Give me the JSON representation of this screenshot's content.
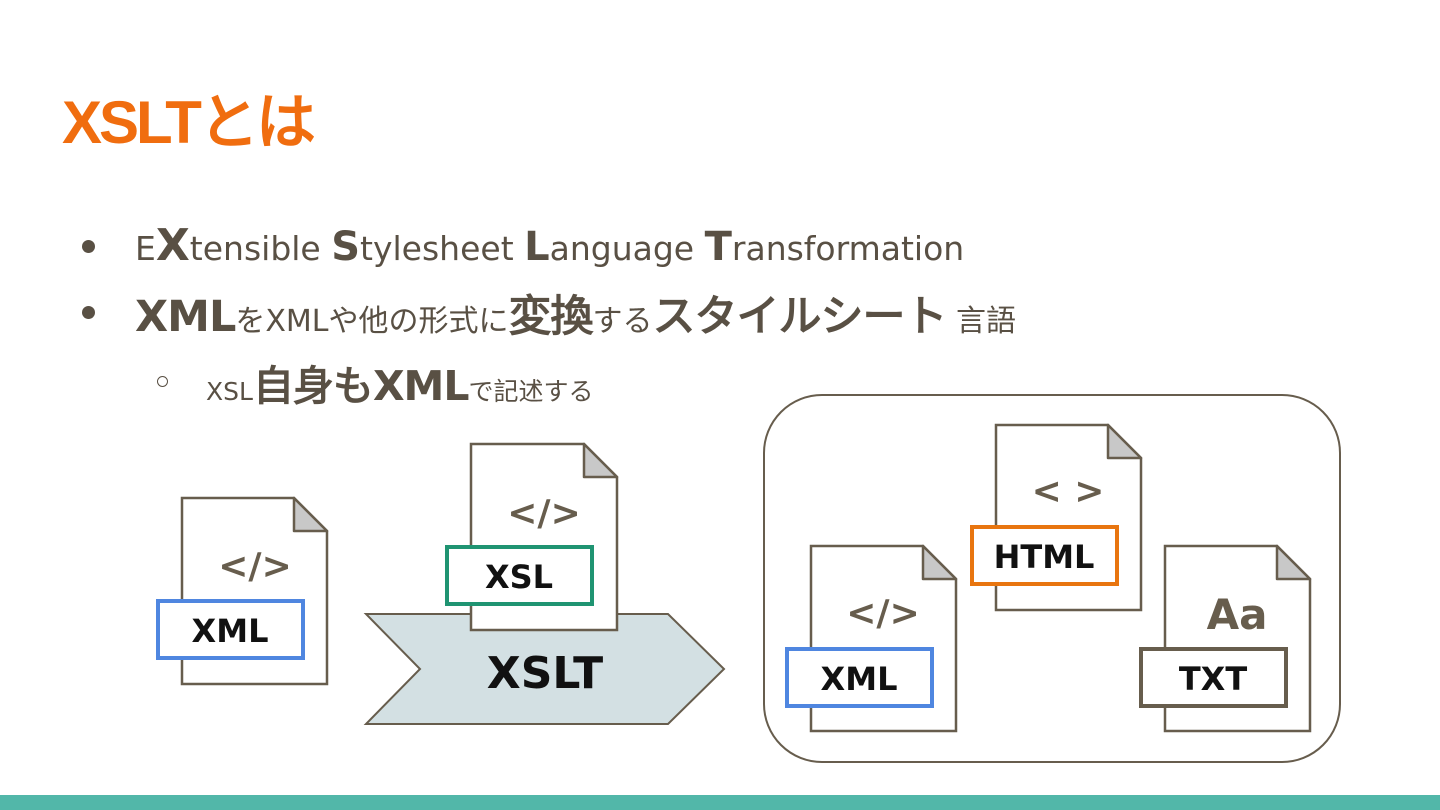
{
  "slide": {
    "title": "XSLTとは",
    "bullets": [
      {
        "parts": [
          {
            "text": "E",
            "style": "s1"
          },
          {
            "text": "X",
            "style": "s1b"
          },
          {
            "text": "tensible ",
            "style": "s1"
          },
          {
            "text": "S",
            "style": "s1c"
          },
          {
            "text": "tylesheet ",
            "style": "s1"
          },
          {
            "text": "L",
            "style": "s1c"
          },
          {
            "text": "anguage ",
            "style": "s1"
          },
          {
            "text": "T",
            "style": "s1c"
          },
          {
            "text": "ransformation",
            "style": "s1"
          }
        ]
      },
      {
        "parts": [
          {
            "text": "XML",
            "style": "s2b"
          },
          {
            "text": "をXMLや他の形式に",
            "style": "s2n"
          },
          {
            "text": "変換",
            "style": "s2b"
          },
          {
            "text": "する",
            "style": "s2n"
          },
          {
            "text": "スタイルシート",
            "style": "s2b"
          },
          {
            "text": " 言語",
            "style": "s2n"
          }
        ]
      }
    ],
    "sub_bullet": {
      "parts": [
        {
          "text": "XSL",
          "style": "s3n"
        },
        {
          "text": "自身も",
          "style": "s3b"
        },
        {
          "text": "XML",
          "style": "s3b"
        },
        {
          "text": "で記述する",
          "style": "s3n"
        }
      ]
    }
  },
  "diagram": {
    "source_doc": {
      "symbol": "</>",
      "label": "XML",
      "label_color": "#4f86e0"
    },
    "stylesheet_doc": {
      "symbol": "</>",
      "label": "XSL",
      "label_color": "#1f9472"
    },
    "processor": {
      "label": "XSLT",
      "fill": "#d3e0e3"
    },
    "outputs": [
      {
        "symbol": "</>",
        "label": "XML",
        "label_color": "#4f86e0"
      },
      {
        "symbol": "< >",
        "label": "HTML",
        "label_color": "#e8750f"
      },
      {
        "symbol": "Aa",
        "label": "TXT",
        "label_color": "#675d4d"
      }
    ]
  },
  "colors": {
    "title": "#f06d0f",
    "text": "#595044",
    "bottom_bar": "#52b7a9"
  }
}
